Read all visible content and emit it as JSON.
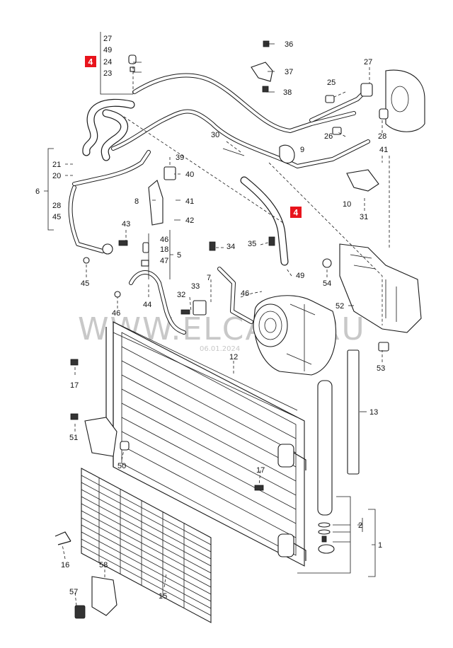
{
  "callouts": [
    {
      "id": "c27a",
      "text": "27"
    },
    {
      "id": "c49a",
      "text": "49"
    },
    {
      "id": "c24",
      "text": "24"
    },
    {
      "id": "c23",
      "text": "23"
    },
    {
      "id": "c36",
      "text": "36"
    },
    {
      "id": "c37",
      "text": "37"
    },
    {
      "id": "c38",
      "text": "38"
    },
    {
      "id": "c27b",
      "text": "27"
    },
    {
      "id": "c25",
      "text": "25"
    },
    {
      "id": "c26",
      "text": "26"
    },
    {
      "id": "c28a",
      "text": "28"
    },
    {
      "id": "c30",
      "text": "30"
    },
    {
      "id": "c9",
      "text": "9"
    },
    {
      "id": "c41a",
      "text": "41"
    },
    {
      "id": "c21",
      "text": "21"
    },
    {
      "id": "c20",
      "text": "20"
    },
    {
      "id": "c6",
      "text": "6"
    },
    {
      "id": "c28b",
      "text": "28"
    },
    {
      "id": "c45a",
      "text": "45"
    },
    {
      "id": "c39",
      "text": "39"
    },
    {
      "id": "c40",
      "text": "40"
    },
    {
      "id": "c8",
      "text": "8"
    },
    {
      "id": "c41b",
      "text": "41"
    },
    {
      "id": "c42",
      "text": "42"
    },
    {
      "id": "c10",
      "text": "10"
    },
    {
      "id": "c31",
      "text": "31"
    },
    {
      "id": "c43",
      "text": "43"
    },
    {
      "id": "c46a",
      "text": "46"
    },
    {
      "id": "c18",
      "text": "18"
    },
    {
      "id": "c5",
      "text": "5"
    },
    {
      "id": "c47",
      "text": "47"
    },
    {
      "id": "c34",
      "text": "34"
    },
    {
      "id": "c35",
      "text": "35"
    },
    {
      "id": "c49b",
      "text": "49"
    },
    {
      "id": "c45b",
      "text": "45"
    },
    {
      "id": "c54",
      "text": "54"
    },
    {
      "id": "c7",
      "text": "7"
    },
    {
      "id": "c33",
      "text": "33"
    },
    {
      "id": "c32",
      "text": "32"
    },
    {
      "id": "c46b",
      "text": "46"
    },
    {
      "id": "c44",
      "text": "44"
    },
    {
      "id": "c46c",
      "text": "46"
    },
    {
      "id": "c52",
      "text": "52"
    },
    {
      "id": "c12",
      "text": "12"
    },
    {
      "id": "c17a",
      "text": "17"
    },
    {
      "id": "c53",
      "text": "53"
    },
    {
      "id": "c13",
      "text": "13"
    },
    {
      "id": "c51",
      "text": "51"
    },
    {
      "id": "c50",
      "text": "50"
    },
    {
      "id": "c17b",
      "text": "17"
    },
    {
      "id": "c2",
      "text": "2"
    },
    {
      "id": "c1",
      "text": "1"
    },
    {
      "id": "c16",
      "text": "16"
    },
    {
      "id": "c58",
      "text": "58"
    },
    {
      "id": "c15",
      "text": "15"
    },
    {
      "id": "c57",
      "text": "57"
    }
  ],
  "tags": [
    {
      "id": "tag-top",
      "text": "4"
    },
    {
      "id": "tag-mid",
      "text": "4"
    }
  ],
  "watermark": {
    "text": "WWW.ELCATS.RU",
    "date": "06.01.2024"
  },
  "colors": {
    "tag": "#e8141c",
    "line": "#1a1a1a",
    "watermark": "#c8c8c8"
  }
}
